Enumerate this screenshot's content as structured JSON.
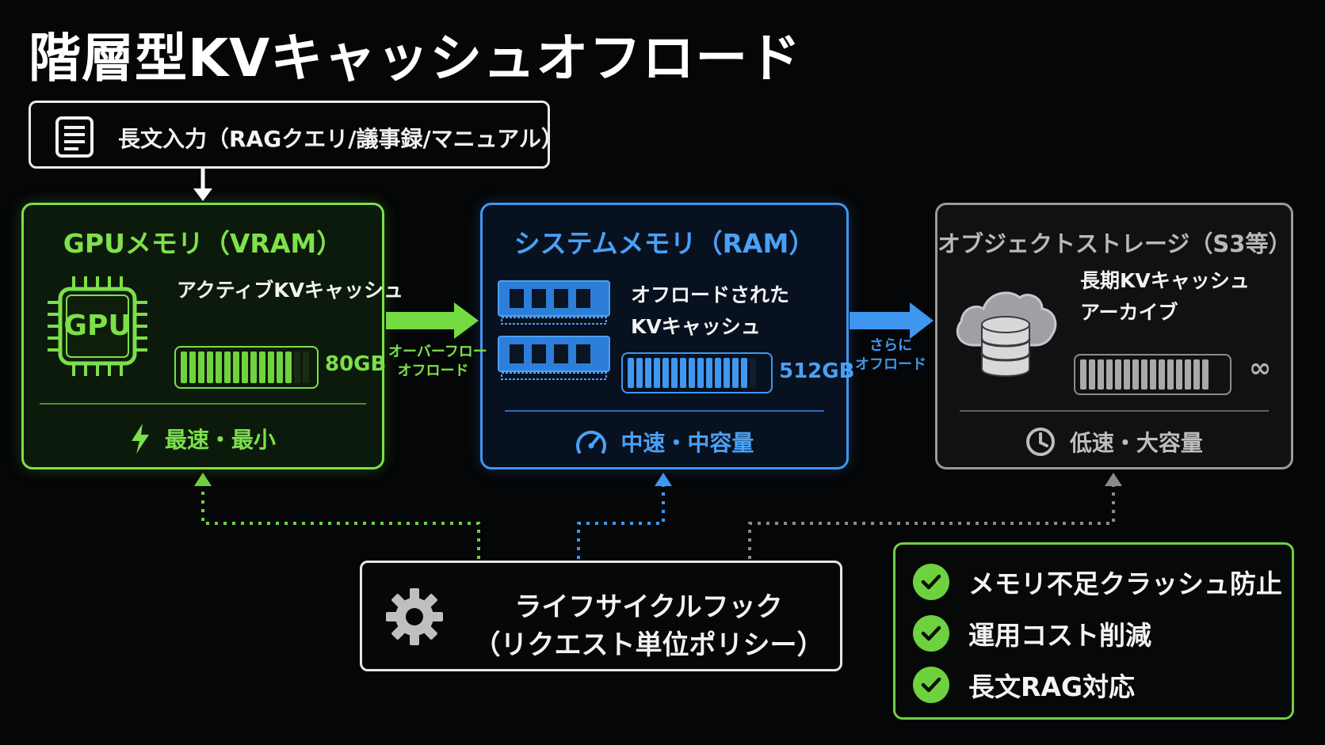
{
  "title": "階層型KVキャッシュオフロード",
  "input": {
    "label": "長文入力（RAGクエリ/議事録/マニュアル）",
    "icon": "document-icon"
  },
  "tiers": {
    "gpu": {
      "title": "GPUメモリ（VRAM）",
      "chip_label": "GPU",
      "content": "アクティブKVキャッシュ",
      "capacity": "80GB",
      "fill": 0.85,
      "footer": "最速・最小",
      "footer_icon": "lightning-icon",
      "color": "#7be04a"
    },
    "ram": {
      "title": "システムメモリ（RAM）",
      "content_line1": "オフロードされた",
      "content_line2": "KVキャッシュ",
      "capacity": "512GB",
      "fill": 0.9,
      "footer": "中速・中容量",
      "footer_icon": "speedometer-icon",
      "color": "#3f97f0"
    },
    "object": {
      "title": "オブジェクトストレージ（S3等）",
      "content_line1": "長期KVキャッシュ",
      "content_line2": "アーカイブ",
      "capacity": "∞",
      "fill": 1.0,
      "footer": "低速・大容量",
      "footer_icon": "clock-icon",
      "color": "#9a9a9a"
    }
  },
  "arrows": {
    "gpu_to_ram_line1": "オーバーフロー",
    "gpu_to_ram_line2": "オフロード",
    "ram_to_obj_line1": "さらに",
    "ram_to_obj_line2": "オフロード"
  },
  "lifecycle": {
    "line1": "ライフサイクルフック",
    "line2": "（リクエスト単位ポリシー）",
    "icon": "gear-icon"
  },
  "benefits": [
    "メモリ不足クラッシュ防止",
    "運用コスト削減",
    "長文RAG対応"
  ]
}
